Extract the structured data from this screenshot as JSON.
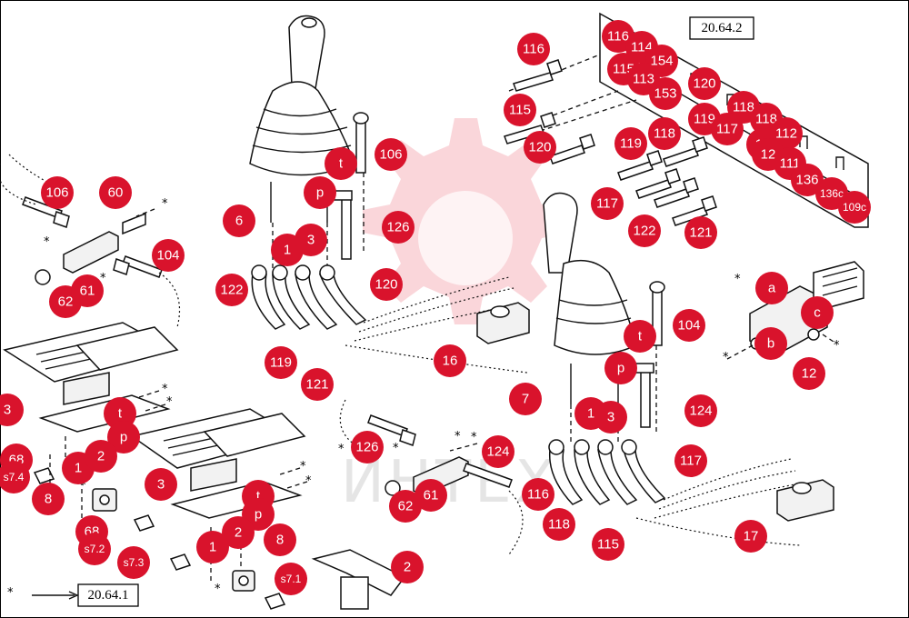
{
  "callouts": [
    {
      "text": "116"
    },
    {
      "text": "115"
    },
    {
      "text": "120"
    },
    {
      "text": "116"
    },
    {
      "text": "114"
    },
    {
      "text": "154"
    },
    {
      "text": "115"
    },
    {
      "text": "113"
    },
    {
      "text": "153"
    },
    {
      "text": "120"
    },
    {
      "text": "119"
    },
    {
      "text": "118"
    },
    {
      "text": "117"
    },
    {
      "text": "118"
    },
    {
      "text": "12"
    },
    {
      "text": "112"
    },
    {
      "text": "12"
    },
    {
      "text": "111"
    },
    {
      "text": "136"
    },
    {
      "text": "136c"
    },
    {
      "text": "109c"
    },
    {
      "text": "119"
    },
    {
      "text": "118"
    },
    {
      "text": "117"
    },
    {
      "text": "122"
    },
    {
      "text": "121"
    },
    {
      "text": "106"
    },
    {
      "text": "t"
    },
    {
      "text": "p"
    },
    {
      "text": "126"
    },
    {
      "text": "6"
    },
    {
      "text": "1"
    },
    {
      "text": "3"
    },
    {
      "text": "122"
    },
    {
      "text": "120"
    },
    {
      "text": "119"
    },
    {
      "text": "121"
    },
    {
      "text": "106"
    },
    {
      "text": "60"
    },
    {
      "text": "104"
    },
    {
      "text": "62"
    },
    {
      "text": "61"
    },
    {
      "text": "16"
    },
    {
      "text": "104"
    },
    {
      "text": "t"
    },
    {
      "text": "p"
    },
    {
      "text": "7"
    },
    {
      "text": "124"
    },
    {
      "text": "1"
    },
    {
      "text": "3"
    },
    {
      "text": "117"
    },
    {
      "text": "116"
    },
    {
      "text": "118"
    },
    {
      "text": "115"
    },
    {
      "text": "a"
    },
    {
      "text": "c"
    },
    {
      "text": "b"
    },
    {
      "text": "12"
    },
    {
      "text": "17"
    },
    {
      "text": "3"
    },
    {
      "text": "t"
    },
    {
      "text": "p"
    },
    {
      "text": "68"
    },
    {
      "text": "s7.4"
    },
    {
      "text": "1"
    },
    {
      "text": "2"
    },
    {
      "text": "8"
    },
    {
      "text": "68"
    },
    {
      "text": "s7.2"
    },
    {
      "text": "s7.3"
    },
    {
      "text": "3"
    },
    {
      "text": "t"
    },
    {
      "text": "p"
    },
    {
      "text": "2"
    },
    {
      "text": "1"
    },
    {
      "text": "8"
    },
    {
      "text": "s7.1"
    },
    {
      "text": "2"
    },
    {
      "text": "126"
    },
    {
      "text": "124"
    },
    {
      "text": "62"
    },
    {
      "text": "61"
    }
  ],
  "refs": [
    {
      "text": "20.64.2"
    },
    {
      "text": "20.64.1"
    }
  ],
  "watermark": {
    "text": "ИНТЕХ"
  },
  "stars": [
    "*",
    "*",
    "*",
    "*",
    "*",
    "*",
    "*",
    "*",
    "*",
    "*",
    "*",
    "*",
    "*",
    "*",
    "*",
    "*",
    "*"
  ]
}
